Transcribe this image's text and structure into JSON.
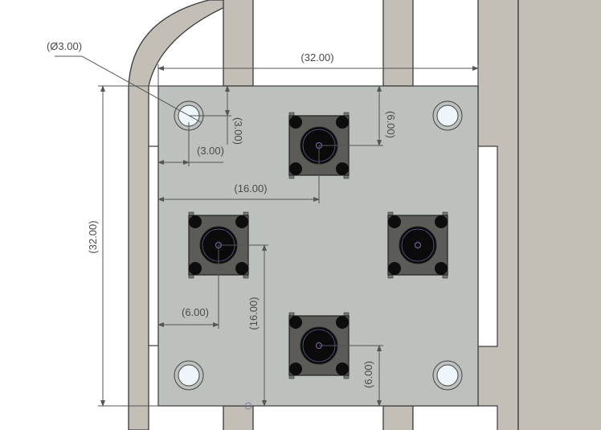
{
  "drawing": {
    "plate_color": "#bcc1bd",
    "frame_color": "#c3bfb7",
    "button_color": "#5b5b57",
    "dimensions": {
      "hole_diameter": "(Ø3.00)",
      "overall_width": "(32.00)",
      "overall_height": "(32.00)",
      "hole_offset_y": "(3.00)",
      "hole_offset_x": "(3.00)",
      "top_button_x": "(16.00)",
      "top_button_y": "(6.00)",
      "left_button_x": "(6.00)",
      "left_button_y": "(16.00)",
      "bottom_button_y": "(6.00)"
    }
  }
}
